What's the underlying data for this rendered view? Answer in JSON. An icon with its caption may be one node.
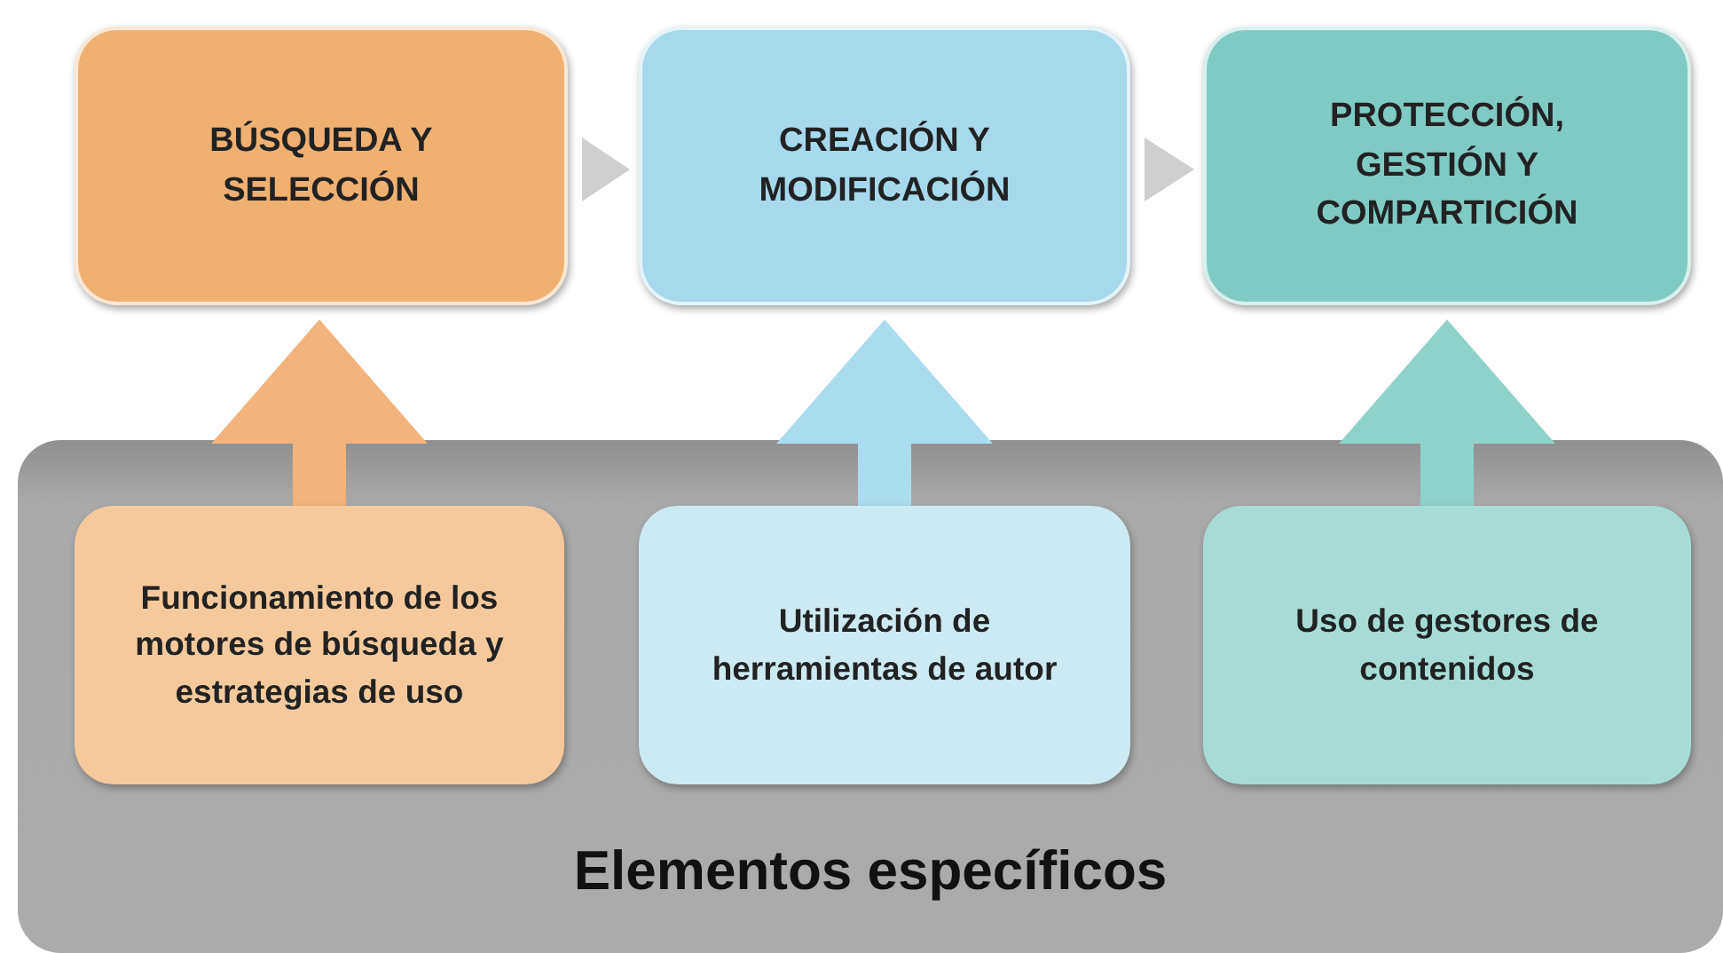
{
  "diagram": {
    "nodes": [
      {
        "text": [
          "BÚSQUEDA Y SELECCIÓN"
        ]
      },
      {
        "text": [
          "CREACIÓN Y MODIFICACIÓN"
        ]
      },
      {
        "text": [
          "PROTECCIÓN, GESTIÓN Y COMPARTICIÓN"
        ]
      },
      {
        "text": [
          "Elementos específicos"
        ]
      },
      {
        "text": [
          "Funcionamiento de los motores de búsqueda y estrategias de uso"
        ],
        "in": 3
      },
      {
        "text": [
          "Utilización de herramientas de autor"
        ],
        "in": 3
      },
      {
        "text": [
          "Uso de gestores de contenidos"
        ],
        "in": 3
      }
    ],
    "edges": [
      {
        "from": 0,
        "to": 1,
        "arrow": "to"
      },
      {
        "from": 1,
        "to": 2,
        "arrow": "to"
      },
      {
        "from": 4,
        "to": 0,
        "arrow": "to",
        "style": "thick",
        "color": "#f2b37c"
      },
      {
        "from": 5,
        "to": 1,
        "arrow": "to",
        "style": "thick",
        "color": "#a9dcee"
      },
      {
        "from": 6,
        "to": 2,
        "arrow": "to",
        "style": "thick",
        "color": "#8fd2ca"
      }
    ]
  }
}
